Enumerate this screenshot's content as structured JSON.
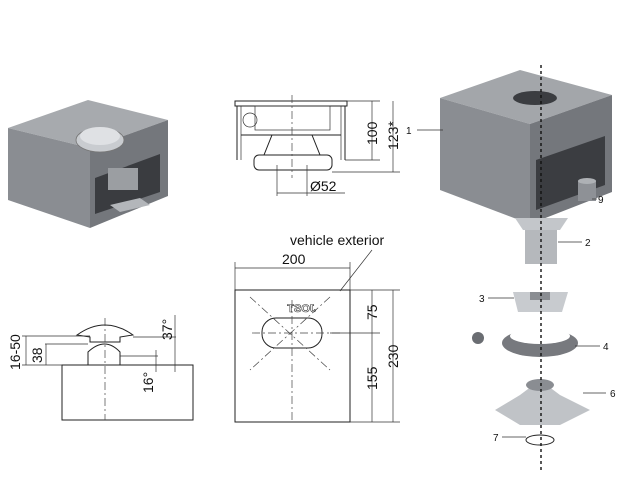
{
  "side_view": {
    "dim_height": "100",
    "dim_total": "123*",
    "dim_diameter": "Ø52"
  },
  "top_view": {
    "note": "vehicle exterior",
    "dim_width": "200",
    "dim_offset_top": "75",
    "dim_offset_bottom": "155",
    "dim_height": "230",
    "logo": "JOST"
  },
  "section_view": {
    "dim_range": "16-50",
    "dim_38": "38",
    "dim_37": "37°",
    "dim_16": "16°"
  },
  "exploded_view": {
    "callouts": [
      "1",
      "2",
      "3",
      "4",
      "6",
      "7",
      "9"
    ]
  },
  "colors": {
    "body": "#8c8f94",
    "body_dark": "#6c6f74",
    "body_light": "#b9bcc0",
    "line": "#222222"
  }
}
